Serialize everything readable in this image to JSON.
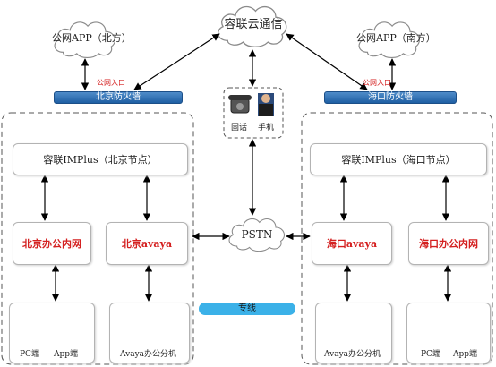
{
  "clouds": {
    "top": "容联云通信",
    "north_app": "公网APP（北方）",
    "south_app": "公网APP（南方）",
    "pstn": "PSTN"
  },
  "firewall": {
    "north": "北京防火墙",
    "south": "海口防火墙",
    "entry_label": "公网入口"
  },
  "phones": {
    "landline": "固话",
    "mobile": "手机"
  },
  "beijing": {
    "imp": "容联IMPlus（北京节点）",
    "office_net": "北京办公内网",
    "avaya": "北京avaya",
    "pc": "PC端",
    "app": "App端",
    "avaya_ext": "Avaya办公分机"
  },
  "haikou": {
    "imp": "容联IMPlus（海口节点）",
    "office_net": "海口办公内网",
    "avaya": "海口avaya",
    "pc": "PC端",
    "app": "App端",
    "avaya_ext": "Avaya办公分机"
  },
  "dedicated_line": "专线",
  "colors": {
    "firewall": "#1f5fa3",
    "dedicated_line": "#3bb1e8",
    "highlight_text": "#d42020"
  }
}
